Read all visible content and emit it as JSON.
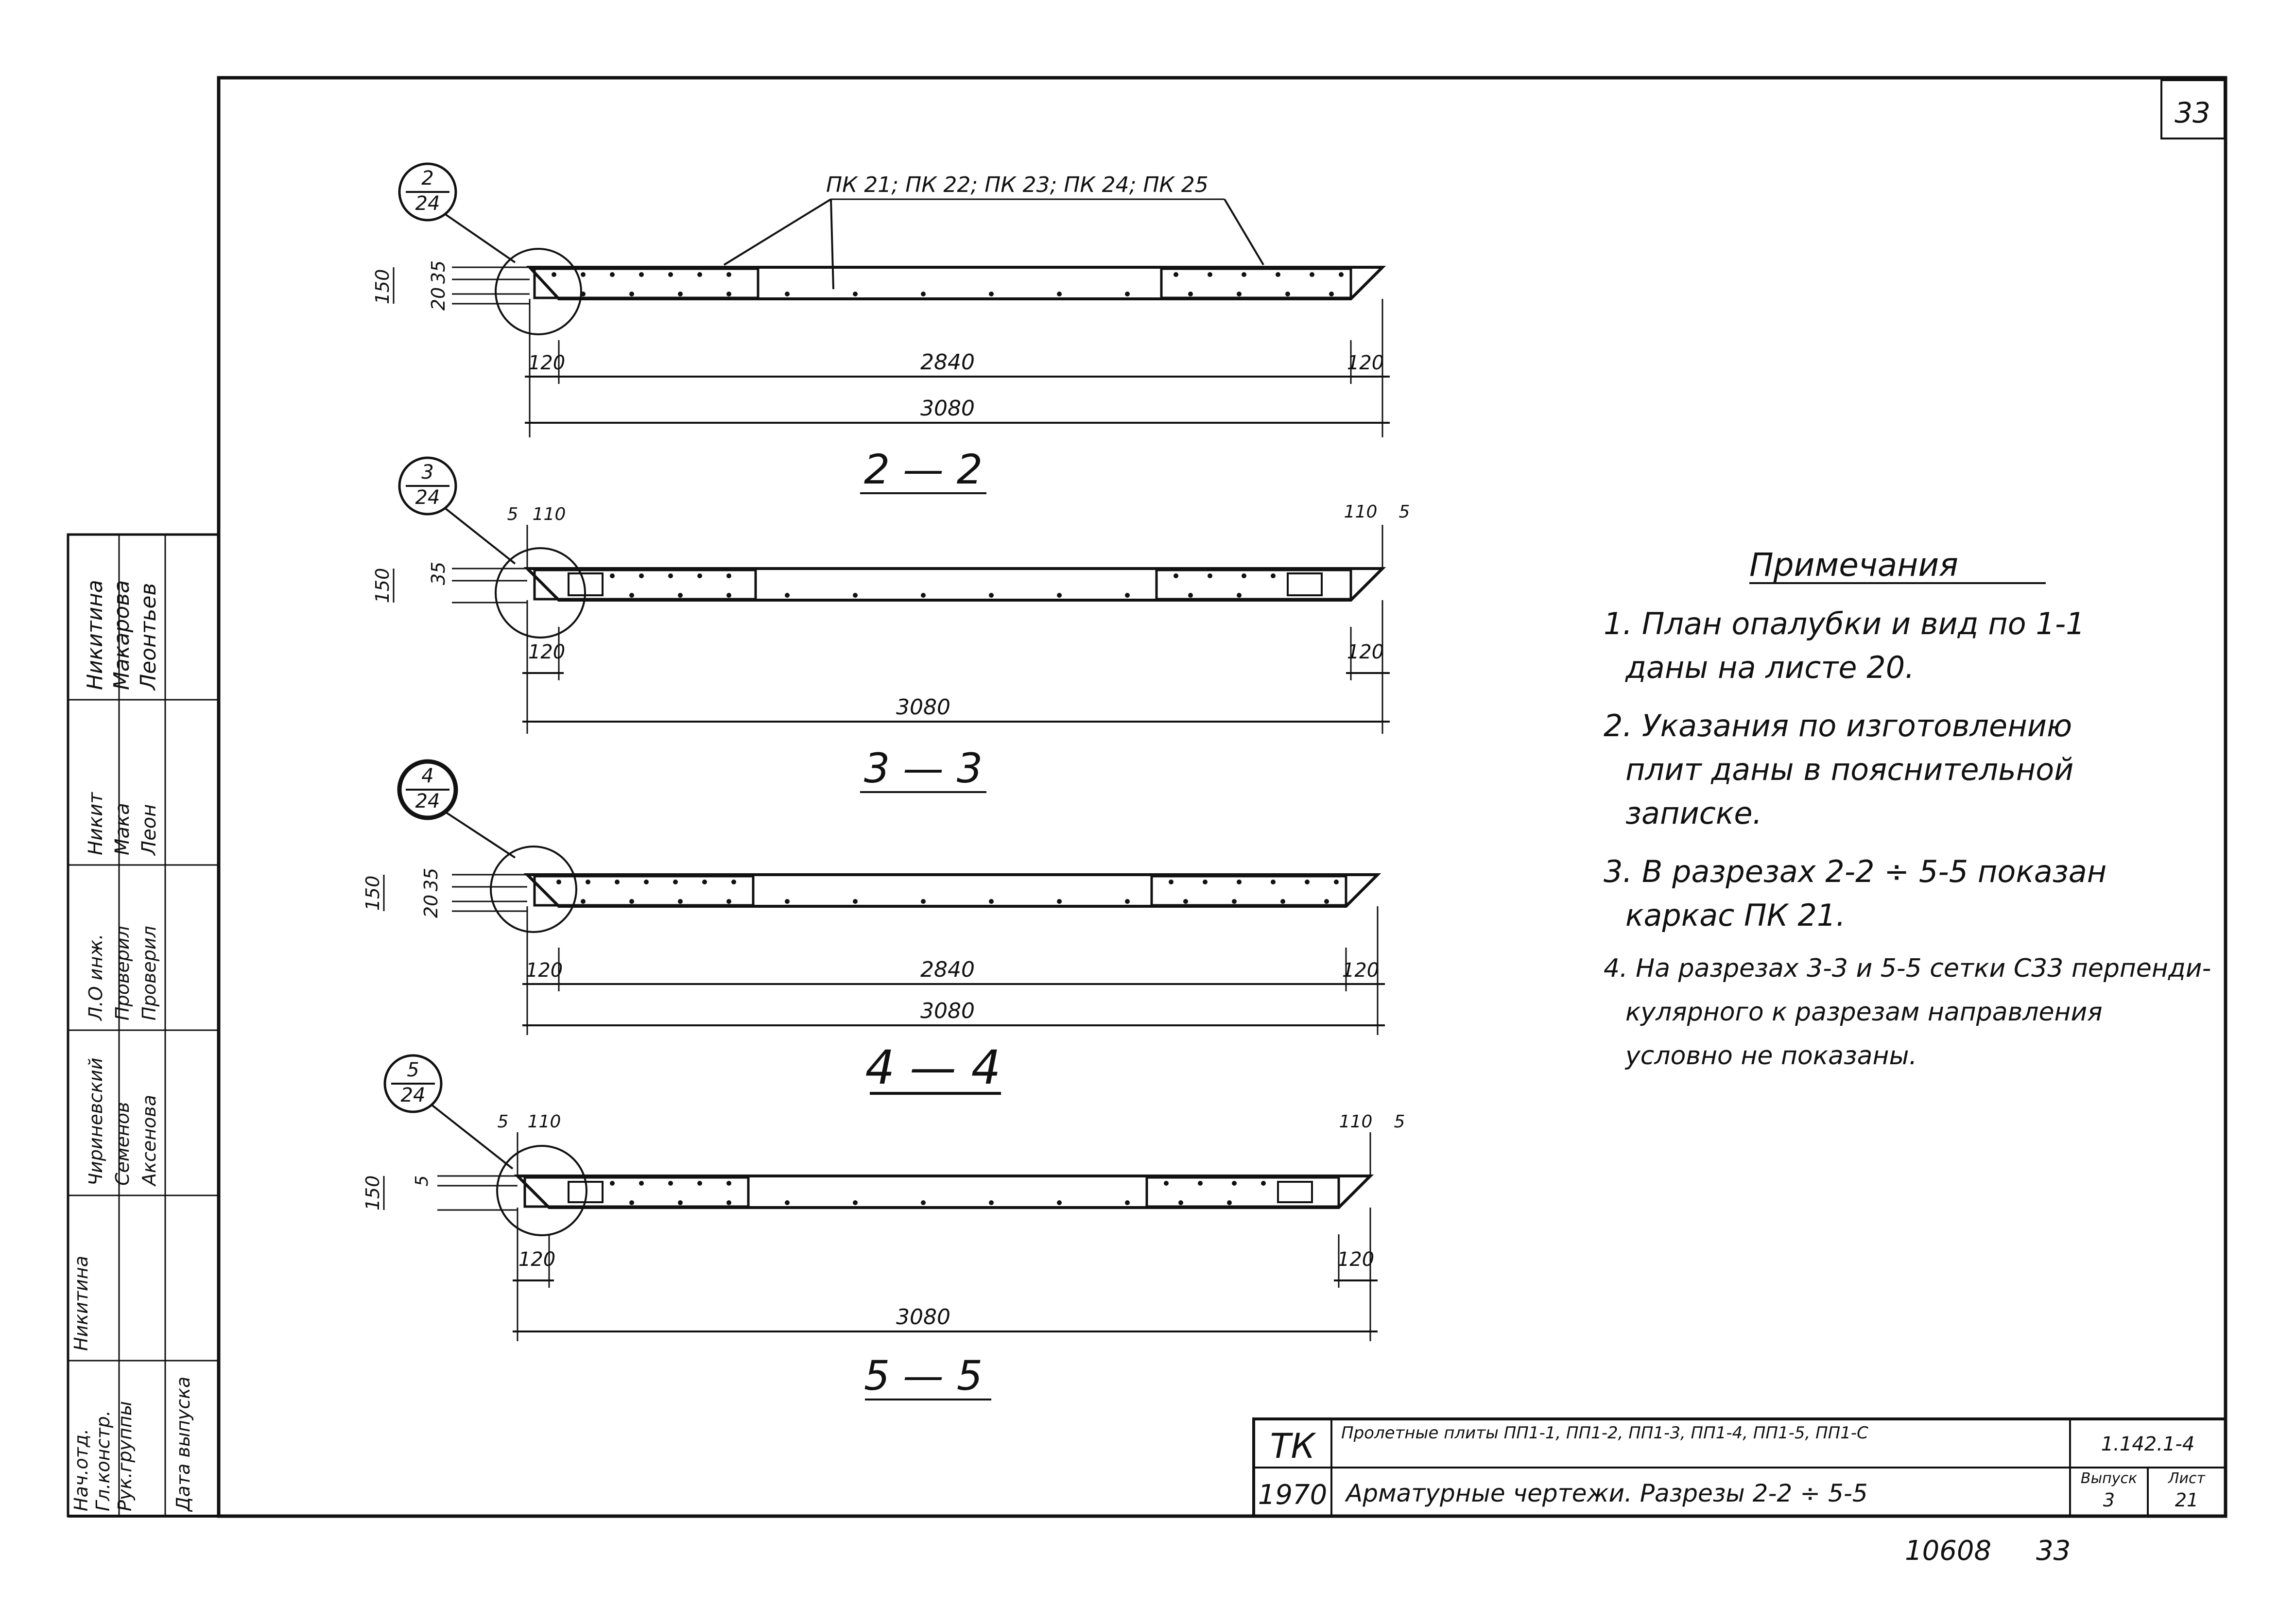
{
  "sheet": {
    "page_number": "33",
    "bottom_stamp": "10608",
    "bottom_page": "33"
  },
  "sections": [
    {
      "id": "2-2",
      "title": "2 — 2",
      "callout_top": "2",
      "callout_bottom": "24",
      "label": "ПК 21; ПК 22; ПК 23; ПК 24; ПК 25",
      "dims": {
        "height": "150",
        "top": "35",
        "mid": "20",
        "left_end": "120",
        "right_end": "120",
        "inner": "2840",
        "overall": "3080"
      }
    },
    {
      "id": "3-3",
      "title": "3 — 3",
      "callout_top": "3",
      "callout_bottom": "24",
      "dims": {
        "height": "150",
        "top": "35",
        "left_end": "120",
        "right_end": "120",
        "overall": "3080",
        "left_gap": "5",
        "left_width": "110",
        "right_width": "110",
        "right_gap": "5"
      }
    },
    {
      "id": "4-4",
      "title": "4 — 4",
      "callout_top": "4",
      "callout_bottom": "24",
      "dims": {
        "height": "150",
        "top": "35",
        "mid": "20",
        "left_end": "120",
        "right_end": "120",
        "inner": "2840",
        "overall": "3080"
      }
    },
    {
      "id": "5-5",
      "title": "5 — 5",
      "callout_top": "5",
      "callout_bottom": "24",
      "dims": {
        "height": "150",
        "top": "5",
        "left_end": "120",
        "right_end": "120",
        "overall": "3080",
        "left_gap": "5",
        "left_width": "110",
        "right_width": "110",
        "right_gap": "5"
      }
    }
  ],
  "notes": {
    "title": "Примечания",
    "lines": [
      "1. План опалубки и вид по 1-1",
      "даны на листе 20.",
      "2. Указания по изготовлению",
      "плит даны в пояснительной",
      "записке.",
      "3. В разрезах 2-2 ÷ 5-5 показан",
      "каркас ПК 21.",
      "4. На разрезах 3-3 и 5-5 сетки С33 перпенди-",
      "кулярного к разрезам направления",
      "условно не показаны."
    ]
  },
  "left_stamp": {
    "rows": [
      {
        "role": "Нач.отд.",
        "name": "Чириневский",
        "sign": "Никит"
      },
      {
        "role": "Гл.констр.",
        "name": "Семенов",
        "sign": "Мака"
      },
      {
        "role": "Рук.группы",
        "name": "Аксенова",
        "sign": "Леон"
      },
      {
        "role": "Л.О инж.",
        "name": "Никитина",
        "sign": ""
      },
      {
        "role": "Проверил",
        "name": "Макарова",
        "sign": ""
      },
      {
        "role": "Проверил",
        "name": "Леонтьев",
        "sign": ""
      }
    ],
    "footer": "Дата выпуска"
  },
  "title_block": {
    "org": "ТК",
    "year": "1970",
    "title": "Пролетные плиты ПП1-1, ПП1-2, ПП1-3, ПП1-4, ПП1-5, ПП1-С",
    "code": "1.142.1-4",
    "subtitle": "Арматурные чертежи. Разрезы 2-2 ÷ 5-5",
    "vypusk_label": "Выпуск",
    "vypusk": "3",
    "list_label": "Лист",
    "list": "21"
  }
}
